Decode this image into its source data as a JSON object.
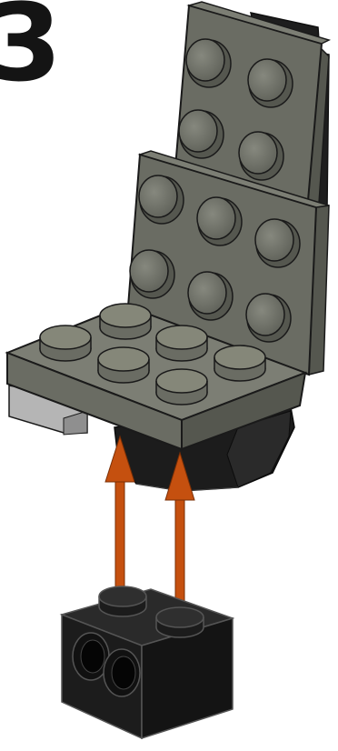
{
  "instruction_step": {
    "number": "3"
  },
  "colors": {
    "dark_bluish_gray": "#6a6c63",
    "dark_bluish_gray_light": "#7c7e74",
    "dark_bluish_gray_shade": "#55574f",
    "black": "#1c1c1c",
    "black_highlight": "#3a3a3a",
    "light_gray": "#b5b5b5",
    "arrow_orange": "#c5500f",
    "outline": "#1a1a1a"
  },
  "parts": {
    "seat_part": "seat-assembly",
    "brick": "technic-brick-1x2-with-holes"
  },
  "arrows": {
    "count": 2,
    "direction": "up"
  }
}
